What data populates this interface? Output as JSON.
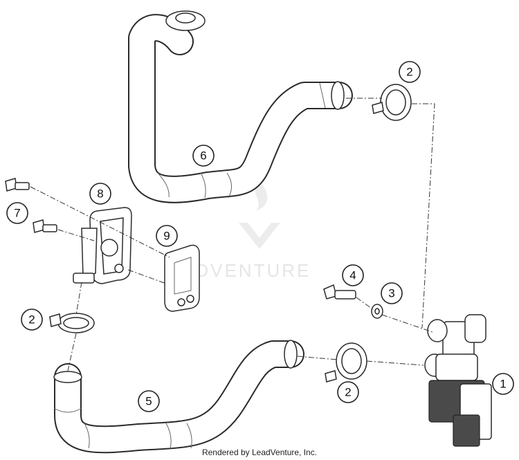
{
  "callouts": [
    {
      "id": "1",
      "label": "1"
    },
    {
      "id": "2a",
      "label": "2"
    },
    {
      "id": "2b",
      "label": "2"
    },
    {
      "id": "2c",
      "label": "2"
    },
    {
      "id": "3",
      "label": "3"
    },
    {
      "id": "4",
      "label": "4"
    },
    {
      "id": "5",
      "label": "5"
    },
    {
      "id": "6",
      "label": "6"
    },
    {
      "id": "7",
      "label": "7"
    },
    {
      "id": "8",
      "label": "8"
    },
    {
      "id": "9",
      "label": "9"
    }
  ],
  "watermark": {
    "text": "ADVENTURE"
  },
  "footer": {
    "text": "Rendered by LeadVenture, Inc."
  }
}
